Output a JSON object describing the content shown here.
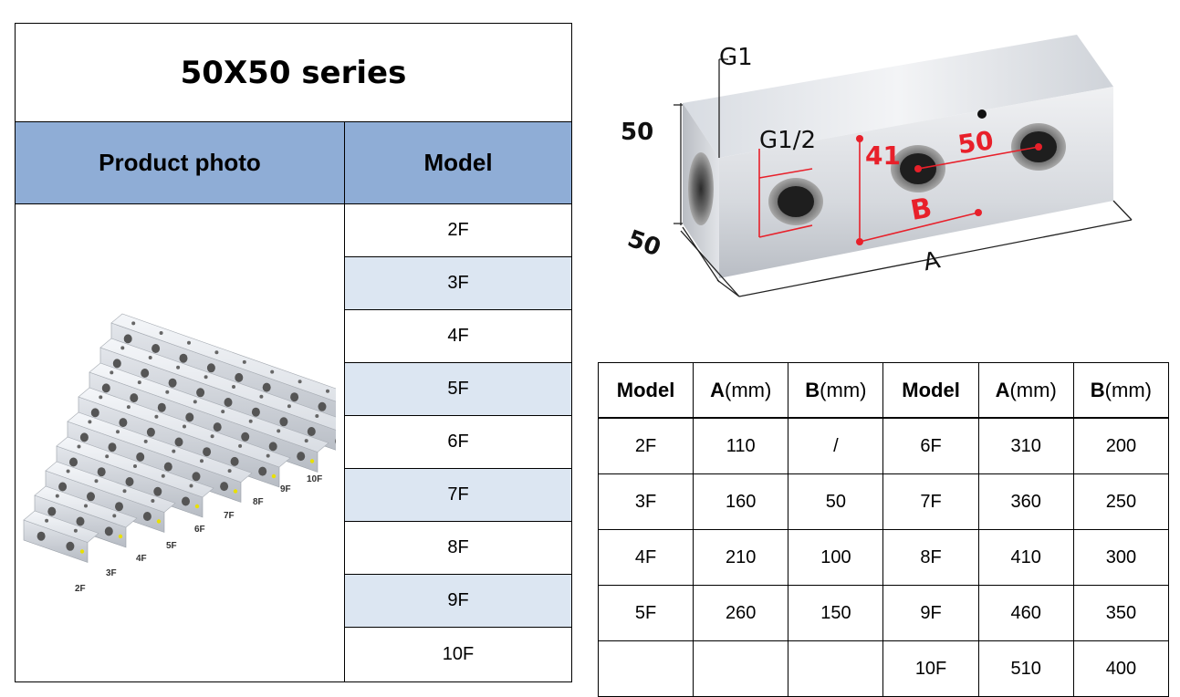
{
  "title": "50X50 series",
  "left_table": {
    "headers": {
      "photo": "Product photo",
      "model": "Model"
    },
    "models": [
      "2F",
      "3F",
      "4F",
      "5F",
      "6F",
      "7F",
      "8F",
      "9F",
      "10F"
    ]
  },
  "photo_labels": [
    "2F",
    "3F",
    "4F",
    "5F",
    "6F",
    "7F",
    "8F",
    "9F",
    "10F"
  ],
  "diagram": {
    "g1": "G1",
    "g12": "G1/2",
    "height": "50",
    "depth": "50",
    "dim_41": "41",
    "dim_50": "50",
    "dim_b": "B",
    "dim_a": "A"
  },
  "dim_table": {
    "headers": [
      {
        "bold": "Model",
        "unit": ""
      },
      {
        "bold": "A",
        "unit": "(mm)"
      },
      {
        "bold": "B",
        "unit": "(mm)"
      },
      {
        "bold": "Model",
        "unit": ""
      },
      {
        "bold": "A",
        "unit": "(mm)"
      },
      {
        "bold": "B",
        "unit": "(mm)"
      }
    ],
    "rows": [
      [
        "2F",
        "110",
        "/",
        "6F",
        "310",
        "200"
      ],
      [
        "3F",
        "160",
        "50",
        "7F",
        "360",
        "250"
      ],
      [
        "4F",
        "210",
        "100",
        "8F",
        "410",
        "300"
      ],
      [
        "5F",
        "260",
        "150",
        "9F",
        "460",
        "350"
      ],
      [
        "",
        "",
        "",
        "10F",
        "510",
        "400"
      ]
    ]
  },
  "colors": {
    "header_blue": "#8fadd6",
    "alt_row": "#dce6f2",
    "dim_red": "#e8202a"
  }
}
